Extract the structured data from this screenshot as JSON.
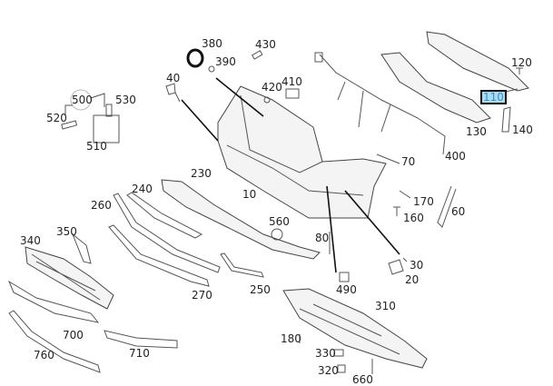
{
  "diagram": {
    "title": "Front bumper parts diagram",
    "highlight_color": "#a9dcf4",
    "labels": [
      {
        "id": "380",
        "text": "380"
      },
      {
        "id": "430",
        "text": "430"
      },
      {
        "id": "390",
        "text": "390"
      },
      {
        "id": "40",
        "text": "40"
      },
      {
        "id": "410",
        "text": "410"
      },
      {
        "id": "420",
        "text": "420"
      },
      {
        "id": "500",
        "text": "500"
      },
      {
        "id": "530",
        "text": "530"
      },
      {
        "id": "520",
        "text": "520"
      },
      {
        "id": "510",
        "text": "510"
      },
      {
        "id": "120",
        "text": "120"
      },
      {
        "id": "110",
        "text": "110",
        "selected": true
      },
      {
        "id": "130",
        "text": "130"
      },
      {
        "id": "140",
        "text": "140"
      },
      {
        "id": "70",
        "text": "70"
      },
      {
        "id": "400",
        "text": "400"
      },
      {
        "id": "230",
        "text": "230"
      },
      {
        "id": "10",
        "text": "10"
      },
      {
        "id": "240",
        "text": "240"
      },
      {
        "id": "260",
        "text": "260"
      },
      {
        "id": "170",
        "text": "170"
      },
      {
        "id": "160",
        "text": "160"
      },
      {
        "id": "60",
        "text": "60"
      },
      {
        "id": "560",
        "text": "560"
      },
      {
        "id": "350",
        "text": "350"
      },
      {
        "id": "340",
        "text": "340"
      },
      {
        "id": "80",
        "text": "80"
      },
      {
        "id": "30",
        "text": "30"
      },
      {
        "id": "490",
        "text": "490"
      },
      {
        "id": "20",
        "text": "20"
      },
      {
        "id": "270",
        "text": "270"
      },
      {
        "id": "250",
        "text": "250"
      },
      {
        "id": "310",
        "text": "310"
      },
      {
        "id": "700",
        "text": "700"
      },
      {
        "id": "180",
        "text": "180"
      },
      {
        "id": "330",
        "text": "330"
      },
      {
        "id": "710",
        "text": "710"
      },
      {
        "id": "760",
        "text": "760"
      },
      {
        "id": "320",
        "text": "320"
      },
      {
        "id": "660",
        "text": "660"
      }
    ]
  }
}
